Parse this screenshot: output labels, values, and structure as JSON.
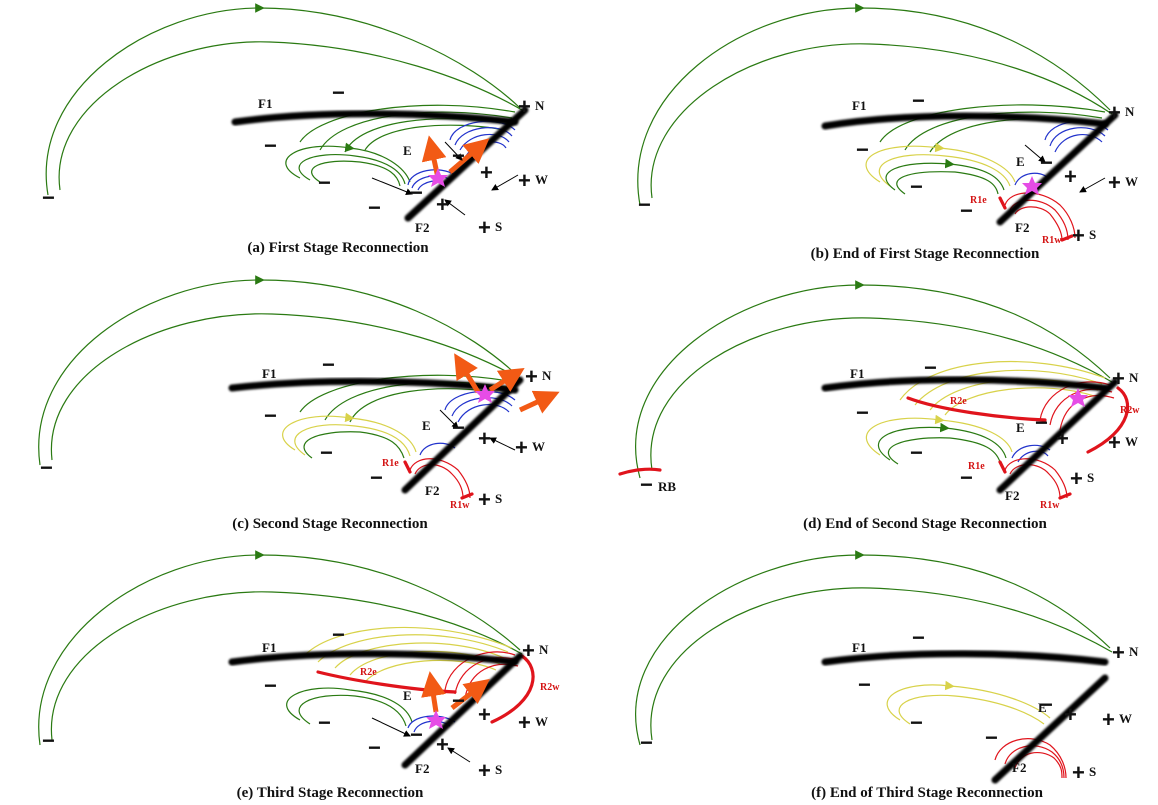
{
  "captions": {
    "a": "(a) First Stage Reconnection",
    "b": "(b) End of First Stage Reconnection",
    "c": "(c) Second Stage Reconnection",
    "d": "(d) End of Second Stage Reconnection",
    "e": "(e) Third Stage Reconnection",
    "f": "(f) End of Third Stage Reconnection"
  },
  "labels": {
    "F1": "F1",
    "F2": "F2",
    "N": "N",
    "S": "S",
    "W": "W",
    "E": "E",
    "R1e": "R1e",
    "R1w": "R1w",
    "R2e": "R2e",
    "R2w": "R2w",
    "RB": "RB",
    "plus": "+",
    "minus": "−"
  },
  "colors": {
    "filament": "#000000",
    "overlying_loops": "#2a7a12",
    "reconnected_loops": "#d8d24a",
    "low_loops": "#2233cc",
    "ribbon_loops": "#e0141c",
    "outflow_arrows": "#f25a15",
    "star": "#e64ce6"
  }
}
